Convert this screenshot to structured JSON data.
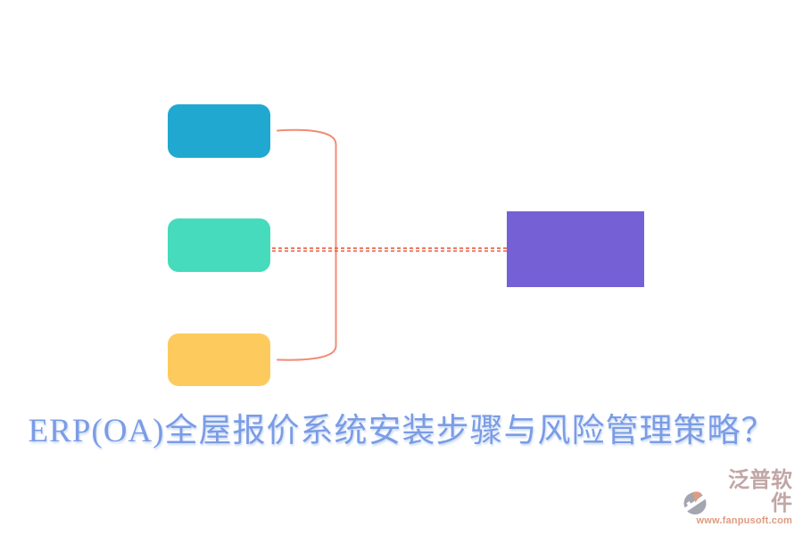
{
  "title": {
    "text": "ERP(OA)全屋报价系统安装步骤与风险管理策略？",
    "color": "#7B9CE5"
  },
  "diagram": {
    "nodes": {
      "top": {
        "color": "#21A8D1"
      },
      "middle": {
        "color": "#45DBBC"
      },
      "bottom": {
        "color": "#FDCB5D"
      },
      "target": {
        "color": "#7560D6"
      }
    },
    "connectors": {
      "bracket": {
        "color": "#F08C76"
      },
      "dashed": {
        "color": "#E8583C"
      }
    }
  },
  "footer": {
    "brand": "泛普软件",
    "url": "www.fanpusoft.com",
    "brand_color": "#C2A6A6",
    "url_color": "#DE9B80",
    "icon_gray": "#A3A5B1",
    "icon_accent": "#DE9C82"
  }
}
